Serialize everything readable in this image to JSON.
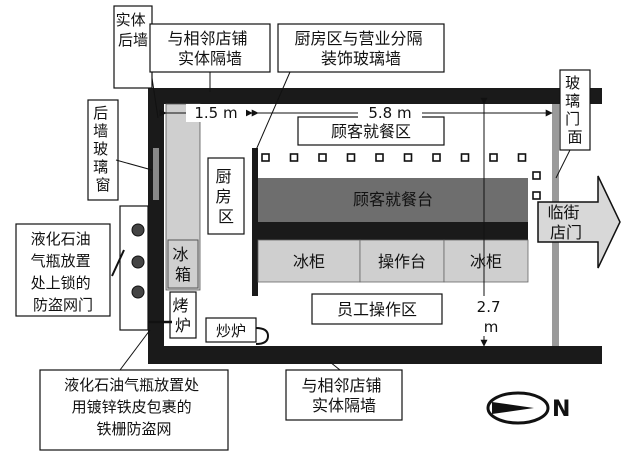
{
  "labels": {
    "back_wall_solid": [
      "实体",
      "后墙"
    ],
    "neighbor_wall_top": [
      "与相邻店铺",
      "实体隔墙"
    ],
    "kitchen_partition": [
      "厨房区与营业分隔",
      "装饰玻璃墙"
    ],
    "glass_door": [
      "玻",
      "璃",
      "门",
      "面"
    ],
    "back_wall_glass_window": [
      "后",
      "墙",
      "玻",
      "璃",
      "窗"
    ],
    "gas_lock_door": [
      "液化石油",
      "气瓶放置",
      "处上锁的",
      "防盗网门"
    ],
    "dim_width_kitchen": "1.5  m",
    "dim_width_dining": "5.8  m",
    "dining_area": "顾客就餐区",
    "kitchen_area": [
      "厨",
      "房",
      "区"
    ],
    "dining_table": "顾客就餐台",
    "fridge_vertical": [
      "冰",
      "箱"
    ],
    "oven": [
      "烤",
      "炉"
    ],
    "stir_fry_stove": "炒炉",
    "cabinet_left": "冰柜",
    "prep_table": "操作台",
    "cabinet_right": "冰柜",
    "staff_area": "员工操作区",
    "dim_depth": [
      "2.7",
      "m"
    ],
    "street_door": [
      "临街",
      "店门"
    ],
    "gas_mesh": [
      "液化石油气瓶放置处",
      "用镀锌铁皮包裹的",
      "铁栅防盗网"
    ],
    "neighbor_wall_bottom": [
      "与相邻店铺",
      "实体隔墙"
    ],
    "compass_letter": "N"
  },
  "colors": {
    "wall": "#1a1a1a",
    "table": "#6e6e6e",
    "fixture": "#cfcfcf",
    "glass": "#888888"
  }
}
